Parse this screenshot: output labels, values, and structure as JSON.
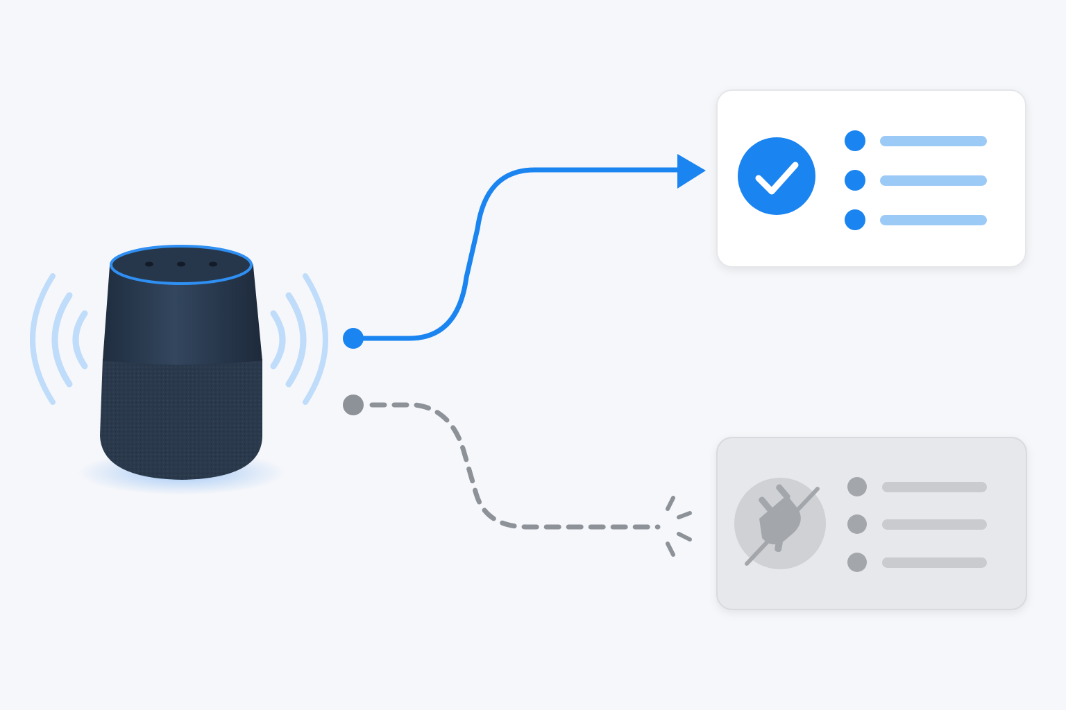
{
  "colors": {
    "background": "#f6f7fa",
    "accent_blue": "#1a84f0",
    "accent_blue_light": "#9ccaf6",
    "sound_wave": "#bfdcfa",
    "speaker_body": "#2b3c52",
    "speaker_fabric": "#2a394b",
    "speaker_ring": "#2f8ff2",
    "disconnected_gray": "#8d9299",
    "disabled_gray": "#a3a6ab",
    "disabled_line": "#c9cbcf",
    "disabled_card": "#e7e8eb"
  },
  "speaker": {
    "name": "smart-speaker",
    "mic_holes": 3,
    "ring_light": "on",
    "sound_waves_per_side": 3
  },
  "connections": [
    {
      "name": "connected-path",
      "style": "solid",
      "color": "accent_blue",
      "arrowhead": true,
      "target": "connected-device-card"
    },
    {
      "name": "disconnected-path",
      "style": "dashed",
      "color": "disconnected_gray",
      "arrowhead": false,
      "broken_end": true,
      "target": "disconnected-device-card"
    }
  ],
  "cards": [
    {
      "name": "connected-device-card",
      "status": "connected",
      "icon": "checkmark-icon",
      "list_items": 3
    },
    {
      "name": "disconnected-device-card",
      "status": "disconnected",
      "icon": "unplugged-icon",
      "list_items": 3
    }
  ]
}
